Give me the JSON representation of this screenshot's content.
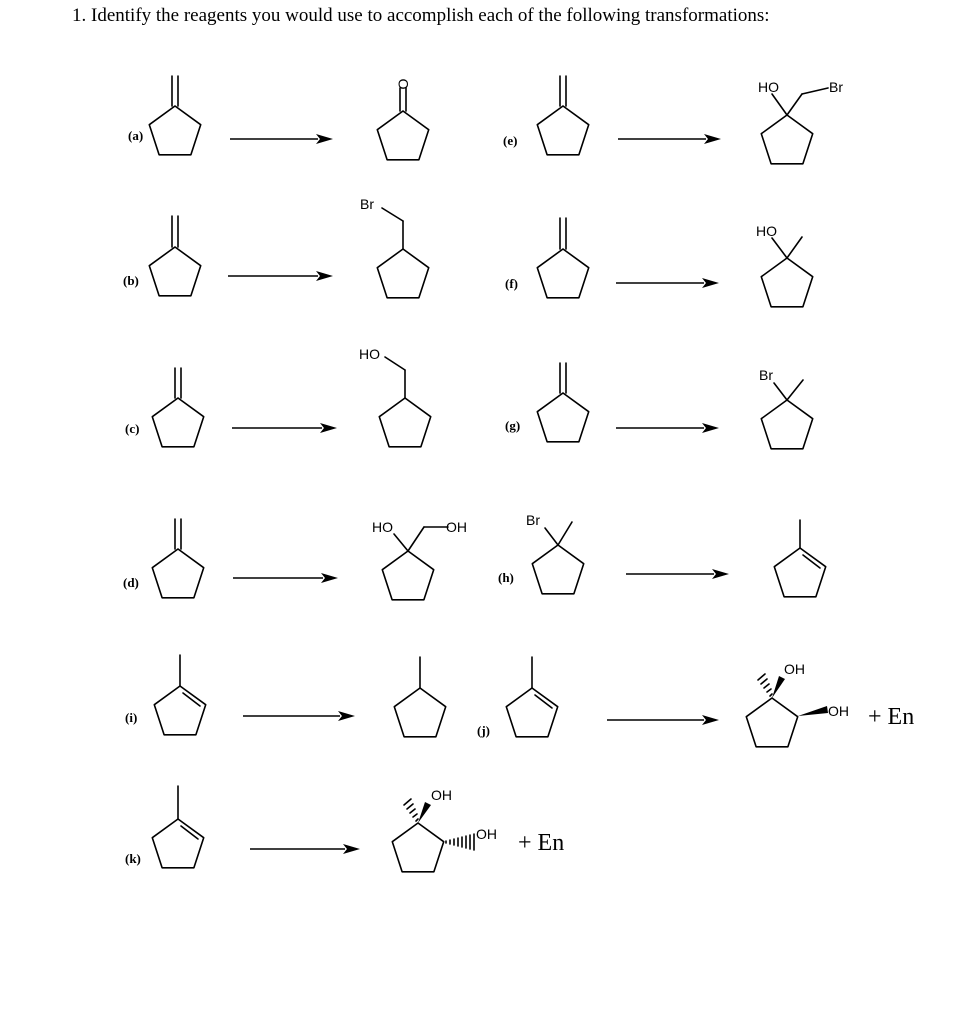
{
  "question": "1.  Identify the reagents you would use to accomplish each of the following transformations:",
  "labels": {
    "a": "(a)",
    "b": "(b)",
    "c": "(c)",
    "d": "(d)",
    "e": "(e)",
    "f": "(f)",
    "g": "(g)",
    "h": "(h)",
    "i": "(i)",
    "j": "(j)",
    "k": "(k)"
  },
  "atoms": {
    "O": "O",
    "Br": "Br",
    "HO": "HO",
    "OH": "OH"
  },
  "extras": {
    "plus_en": "+ En"
  }
}
